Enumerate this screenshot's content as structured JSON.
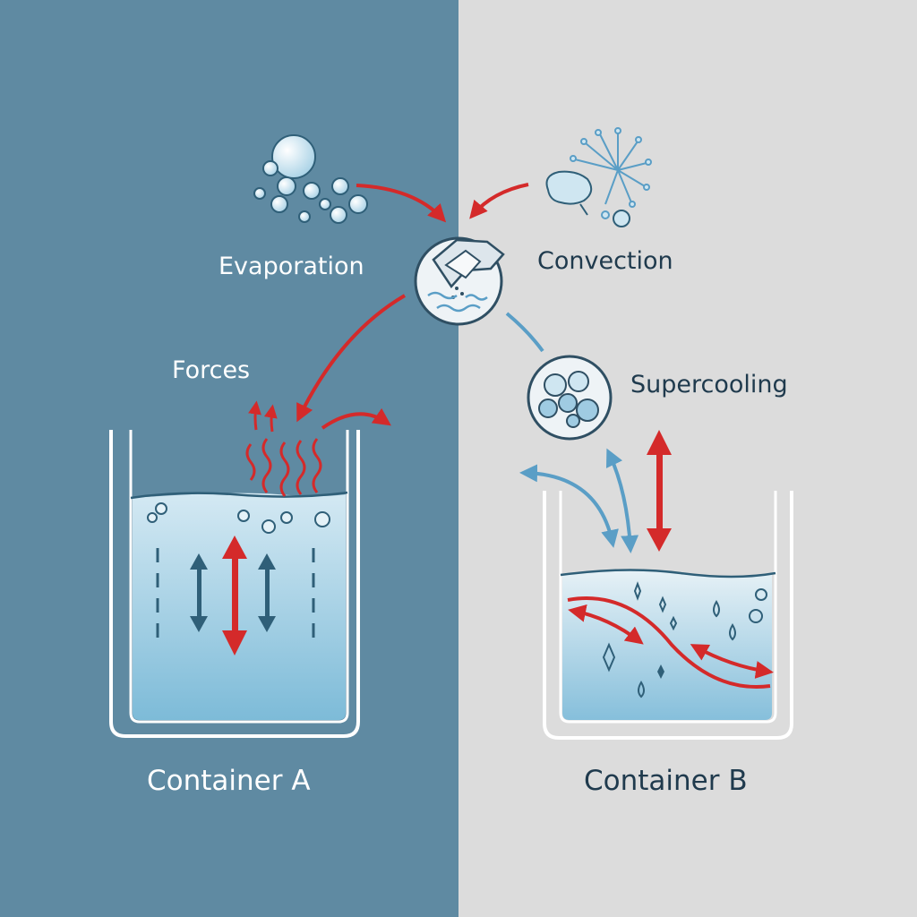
{
  "labels": {
    "evaporation": "Evaporation",
    "convection": "Convection",
    "forces": "Forces",
    "supercooling": "Supercooling",
    "container_a": "Container A",
    "container_b": "Container B"
  },
  "colors": {
    "left_panel": "#5f8aa2",
    "right_panel": "#dcdcdc",
    "water_top": "#cfe6f1",
    "water_bottom": "#7fbcd9",
    "arrow_red": "#d42a2a",
    "arrow_blue": "#5a9ec6",
    "dark_arrow": "#2f5f78",
    "text_light": "#ffffff",
    "text_dark": "#1f3a4d"
  },
  "icons": [
    "bubbles-icon",
    "splash-icon",
    "faucet-water-icon",
    "ice-cubes-icon"
  ]
}
